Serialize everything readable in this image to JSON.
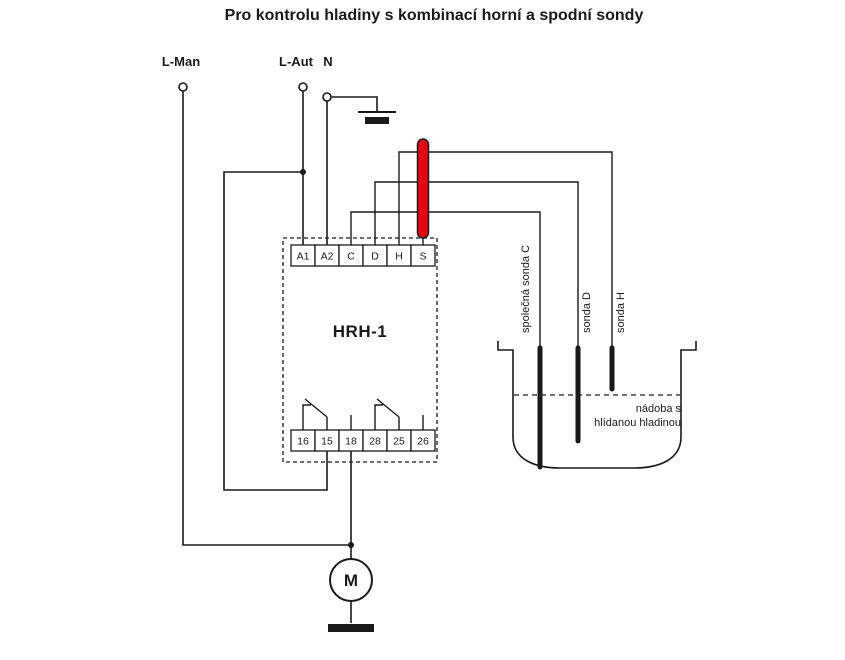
{
  "title": "Pro kontrolu hladiny s kombinací horní a spodní sondy",
  "supply": {
    "l_man": "L-Man",
    "l_aut": "L-Aut",
    "n": "N"
  },
  "relay": {
    "model": "HRH-1",
    "top_terminals": [
      "A1",
      "A2",
      "C",
      "D",
      "H",
      "S"
    ],
    "bottom_terminals": [
      "16",
      "15",
      "18",
      "28",
      "25",
      "26"
    ]
  },
  "probes": {
    "common_label": "společná sonda C",
    "d_label": "sonda D",
    "h_label": "sonda H"
  },
  "tank": {
    "label_line1": "nádoba s",
    "label_line2": "hlídanou hladinou"
  },
  "motor": {
    "label": "M"
  },
  "colors": {
    "wire": "#1a1a1a",
    "jumper_red": "#e30613"
  }
}
